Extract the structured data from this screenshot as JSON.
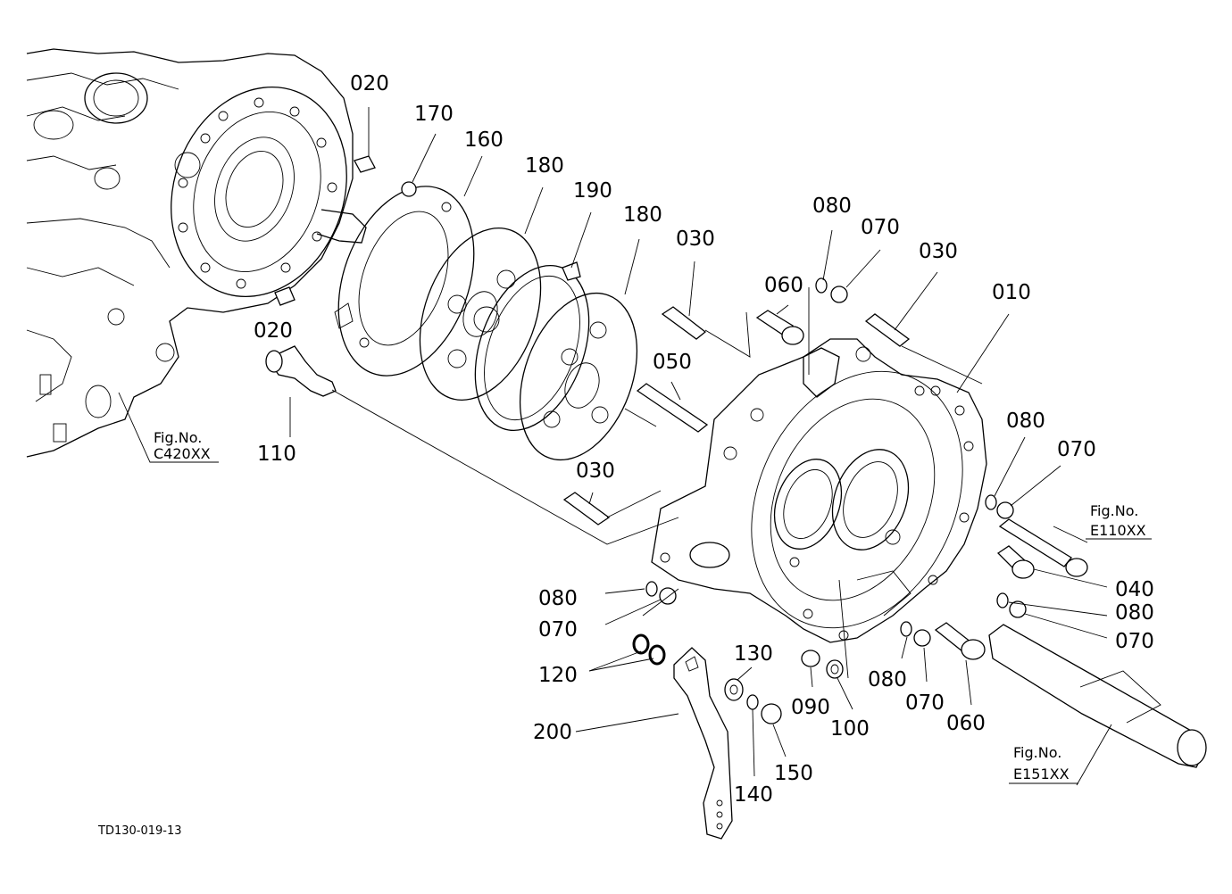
{
  "drawing_code": "TD130-019-13",
  "fig_refs": [
    {
      "id": "c420",
      "title": "Fig.No.",
      "code": "C420XX"
    },
    {
      "id": "e110",
      "title": "Fig.No.",
      "code": "E110XX"
    },
    {
      "id": "e151",
      "title": "Fig.No.",
      "code": "E151XX"
    }
  ],
  "callouts": [
    "020",
    "170",
    "160",
    "180",
    "190",
    "180",
    "030",
    "080",
    "070",
    "030",
    "060",
    "010",
    "020",
    "050",
    "110",
    "080",
    "070",
    "030",
    "080",
    "070",
    "040",
    "080",
    "070",
    "120",
    "130",
    "200",
    "090",
    "100",
    "080",
    "070",
    "060",
    "140",
    "150"
  ]
}
